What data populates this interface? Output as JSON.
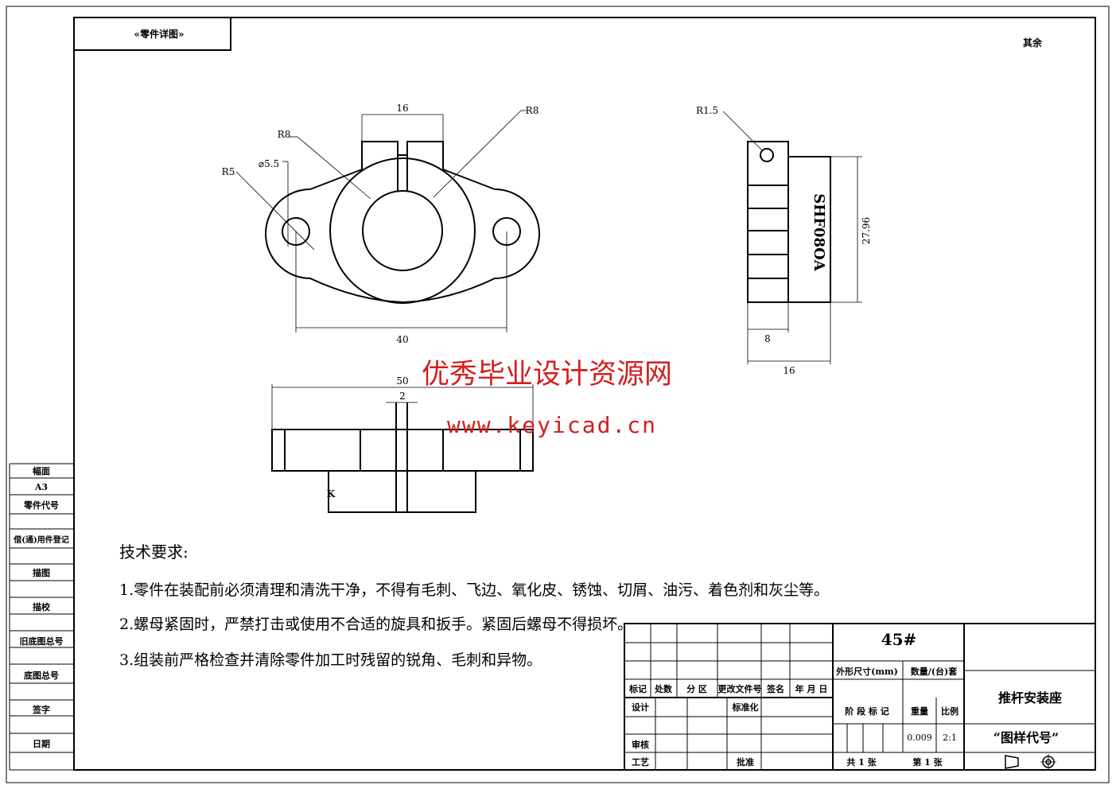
{
  "frame_title": "«零件详图»",
  "top_right": "其余",
  "dimensions": {
    "top_width": "16",
    "r8_left": "R8",
    "r8_right": "R8",
    "hole_dia": "⌀5.5",
    "r5": "R5",
    "hole_spacing": "40",
    "r1_5": "R1.5",
    "height": "27.96",
    "side_thick": "8",
    "side_width": "16",
    "bottom_length": "50",
    "slot": "2"
  },
  "part_marking": "SHF08OA",
  "front_mark": "K",
  "side_column": [
    "幅面",
    "A3",
    "零件代号",
    "借(通)用件登记",
    "描图",
    "描校",
    "旧底图总号",
    "底图总号",
    "签字",
    "日期"
  ],
  "tech": {
    "title": "技术要求:",
    "items": [
      "1.零件在装配前必须清理和清洗干净，不得有毛刺、飞边、氧化皮、锈蚀、切屑、油污、着色剂和灰尘等。",
      "2.螺母紧固时，严禁打击或使用不合适的旋具和扳手。紧固后螺母不得损坏。",
      "3.组装前严格检查并清除零件加工时残留的锐角、毛刺和异物。"
    ]
  },
  "title_block": {
    "material": "45#",
    "size_label": "外形尺寸(mm)",
    "qty_label": "数量/(台)套",
    "name": "推杆安装座",
    "drawing_no": "“图样代号”",
    "row_labels": {
      "mark": "标记",
      "count": "处数",
      "zone": "分 区",
      "change_doc": "更改文件号",
      "sign": "签名",
      "date": "年 月 日",
      "design": "设计",
      "standard": "标准化",
      "review": "审核",
      "process": "工艺",
      "approve": "批准",
      "stage": "阶 段 标 记",
      "weight": "重量",
      "scale": "比例"
    },
    "weight": "0.009",
    "scale": "2:1",
    "sheets_total": "共 1 张",
    "sheet_no": "第 1 张"
  },
  "watermark": {
    "line1": "优秀毕业设计资源网",
    "line2": "www.keyicad.cn"
  },
  "colors": {
    "ink": "#000000",
    "watermark": "#d21e1e"
  }
}
